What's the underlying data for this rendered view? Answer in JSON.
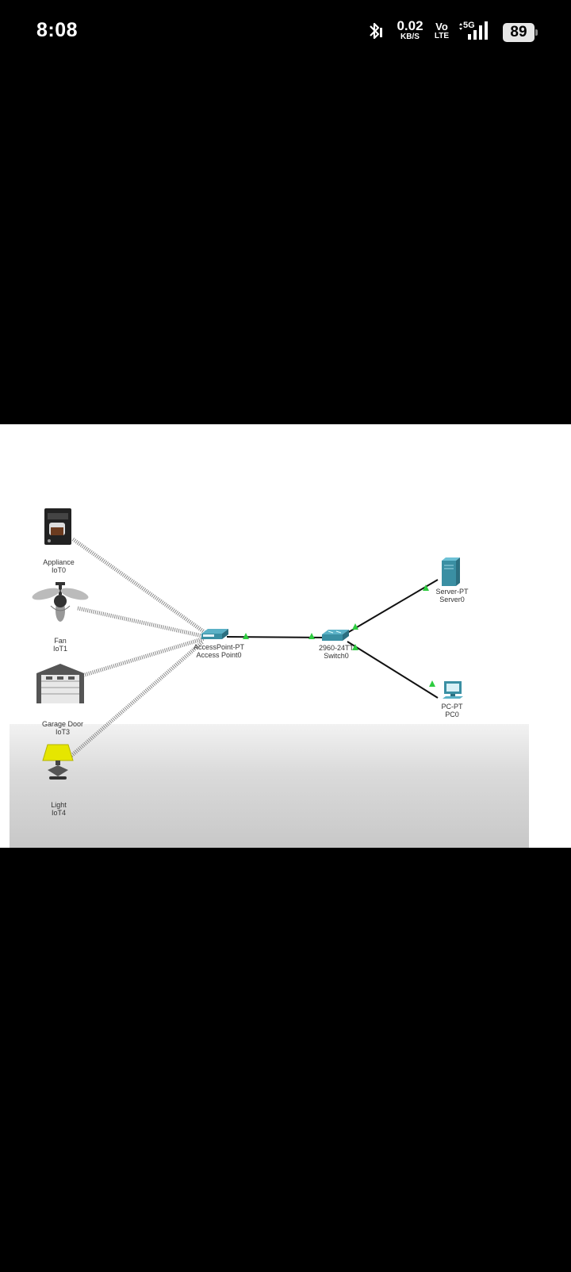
{
  "status_bar": {
    "time": "8:08",
    "bluetooth_icon": "bluetooth-icon",
    "net_speed_value": "0.02",
    "net_speed_unit": "KB/S",
    "volte_top": "Vo",
    "volte_bottom": "LTE",
    "network_type": "5G",
    "signal_icon": "signal-bars-icon",
    "battery_percent": "89"
  },
  "diagram": {
    "devices": [
      {
        "id": "appliance",
        "icon": "coffee-maker-icon",
        "name": "Appliance",
        "sub": "IoT0"
      },
      {
        "id": "fan",
        "icon": "ceiling-fan-icon",
        "name": "Fan",
        "sub": "IoT1"
      },
      {
        "id": "garage",
        "icon": "garage-door-icon",
        "name": "Garage Door",
        "sub": "IoT3"
      },
      {
        "id": "light",
        "icon": "lamp-icon",
        "name": "Light",
        "sub": "IoT4"
      },
      {
        "id": "ap",
        "icon": "access-point-icon",
        "name": "AccessPoint-PT",
        "sub": "Access Point0"
      },
      {
        "id": "switch",
        "icon": "switch-icon",
        "name": "2960-24TT",
        "sub": "Switch0"
      },
      {
        "id": "server",
        "icon": "server-icon",
        "name": "Server-PT",
        "sub": "Server0"
      },
      {
        "id": "pc",
        "icon": "pc-icon",
        "name": "PC-PT",
        "sub": "PC0"
      }
    ]
  },
  "colors": {
    "link_up": "#2ecc40",
    "device_teal": "#3a8fa3",
    "lamp_yellow": "#e6e600"
  }
}
